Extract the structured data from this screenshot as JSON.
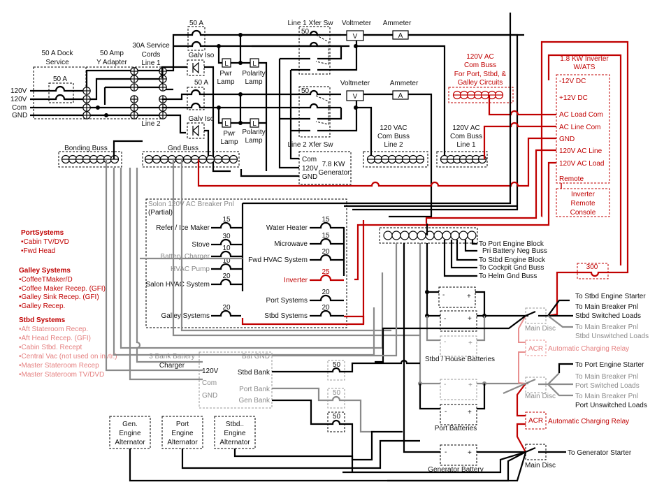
{
  "service": {
    "dock_label": [
      "50 A Dock",
      "Service"
    ],
    "dock_breaker": "50 A",
    "y_adapter": [
      "50 Amp",
      "Y Adapter"
    ],
    "cords": [
      "30A Service",
      "Cords",
      "Line 1"
    ],
    "line2": "Line 2",
    "inputs": [
      "120V",
      "120V",
      "Com",
      "GND"
    ],
    "breaker_top": "50 A",
    "breaker_mid": "50 A",
    "galv_iso_1": "Galv Iso",
    "galv_iso_2": "Galv Iso",
    "pwr_lamp": [
      "Pwr",
      "Lamp"
    ],
    "polarity_lamp": [
      "Polarity",
      "Lamp"
    ],
    "lamp_symbol": "L"
  },
  "xfer": {
    "line1_label": "Line 1 Xfer Sw",
    "line2_label": "Line 2 Xfer Sw",
    "rating": "50",
    "voltmeter": "Voltmeter",
    "ammeter": "Ammeter",
    "v_symbol": "V",
    "a_symbol": "A"
  },
  "generator": {
    "terminals": [
      "Com",
      "120V",
      "GND"
    ],
    "label": [
      "7.8 KW",
      "Generator"
    ]
  },
  "busses": {
    "bonding": "Bonding Buss",
    "gnd": "Gnd Buss",
    "com_line2": [
      "120 VAC",
      "Com Buss",
      "Line 2"
    ],
    "com_line1": [
      "120V AC",
      "Com Buss",
      "Line 1"
    ],
    "com_inverter": [
      "120V AC",
      "Com Buss",
      "For Port, Stbd, &",
      "Galley Circuits"
    ]
  },
  "inverter": {
    "title": [
      "1.8 KW Inverter",
      "W/ATS"
    ],
    "terminals": [
      "-12V DC",
      "+12V DC",
      "AC Load Com",
      "AC Line Com",
      "GND",
      "120V AC Line",
      "120V AC Load",
      "Remote"
    ],
    "remote_console": [
      "Inverter",
      "Remote",
      "Console"
    ],
    "fuse": "300"
  },
  "breaker_panel": {
    "title": [
      "Solon 120V AC Breaker Pnl",
      "(Partial)"
    ],
    "left": [
      {
        "label": "Refer / Ice Maker",
        "amps": "15"
      },
      {
        "label": "Stove",
        "amps": "30"
      },
      {
        "label": "Battery Charger",
        "amps": "10"
      },
      {
        "label": "HVAC Pump",
        "amps": "10"
      },
      {
        "label": "Salon HVAC System",
        "amps": "20"
      },
      {
        "label": "Galley Systems",
        "amps": "20"
      }
    ],
    "right": [
      {
        "label": "Water Heater",
        "amps": "15"
      },
      {
        "label": "Microwave",
        "amps": "15"
      },
      {
        "label": "Fwd HVAC System",
        "amps": "20"
      },
      {
        "label": "Inverter",
        "amps": "25"
      },
      {
        "label": "Port Systems",
        "amps": "20"
      },
      {
        "label": "Stbd Systems",
        "amps": "20"
      }
    ]
  },
  "systems_lists": {
    "port": {
      "title": "PortSystems",
      "items": [
        "•Cabin TV/DVD",
        "•Fwd Head"
      ]
    },
    "galley": {
      "title": "Galley Systems",
      "items": [
        "•CoffeeTMaker/D",
        "•Coffee Maker Recep. (GFI)",
        "•Galley Sink Recep. (GFI)",
        "•Galley Recep."
      ]
    },
    "stbd": {
      "title": "Stbd Systems",
      "items": [
        "•Aft Stateroom Recep.",
        "•Aft Head Recep. (GFI)",
        "•Cabin Stbd. Recept",
        "•Central Vac (not used on invtr.)",
        "•Master Stateroom Recep",
        "•Master Stateroom TV/DVD"
      ]
    }
  },
  "neg_buss": {
    "labels": [
      "To Port Engine Block",
      "Pri Battery Neg Buss",
      "To Stbd Engine Block",
      "To Cockpit Gnd Buss",
      "To Helm Gnd Buss"
    ]
  },
  "batteries": {
    "stbd_house": "Stbd / House Batteries",
    "port": "Port Batteries",
    "generator": "Generator Battery",
    "minus": "-",
    "plus": "+"
  },
  "disconnects": {
    "main_disc": "Main Disc",
    "acr": "ACR",
    "acr_label": "Automatic Charging Relay",
    "stbd_starter": "To Stbd Engine Starter",
    "stbd_switched": [
      "To Main Breaker Pnl",
      "Stbd Switched Loads"
    ],
    "stbd_unswitched": [
      "To Main Breaker Pnl",
      "Stbd Unswitched Loads"
    ],
    "port_starter": "To Port Engine Starter",
    "port_switched": [
      "To Main Breaker Pnl",
      "Port Switched Loads"
    ],
    "port_unswitched": [
      "To Main Breaker Pnl",
      "Port Unswitched Loads"
    ],
    "gen_starter": "To Generator Starter"
  },
  "charger": {
    "title": [
      "3 Bank Battery",
      "Charger"
    ],
    "inputs": [
      "120V",
      "Com",
      "GND"
    ],
    "outputs": [
      "Bat GND",
      "Stbd Bank",
      "Port Bank",
      "Gen Bank"
    ],
    "fuse": "50"
  },
  "alternators": [
    [
      "Gen.",
      "Engine",
      "Alternator"
    ],
    [
      "Port",
      "Engine",
      "Alternator"
    ],
    [
      "Stbd..",
      "Engine",
      "Alternator"
    ]
  ]
}
